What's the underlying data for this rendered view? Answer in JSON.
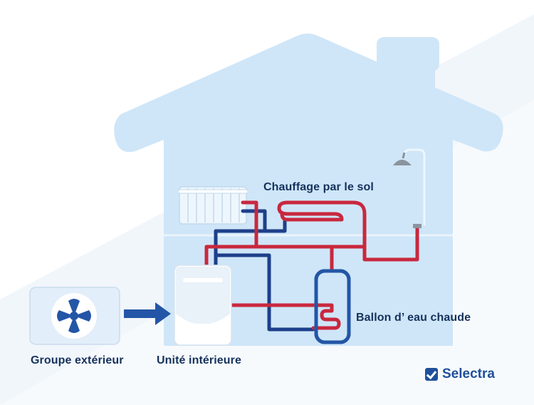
{
  "labels": {
    "floor_heating": "Chauffage par le sol",
    "hot_water_tank": "Ballon d’ eau chaude",
    "outdoor_unit": "Groupe extérieur",
    "indoor_unit": "Unité intérieure"
  },
  "brand": {
    "name": "Selectra"
  },
  "colors": {
    "house": "#cfe6f8",
    "background_wedge": "#eef5fb",
    "hot_pipe": "#c8283e",
    "cold_pipe": "#1e3f8a",
    "accent_blue": "#2356a6",
    "text": "#16325c"
  }
}
